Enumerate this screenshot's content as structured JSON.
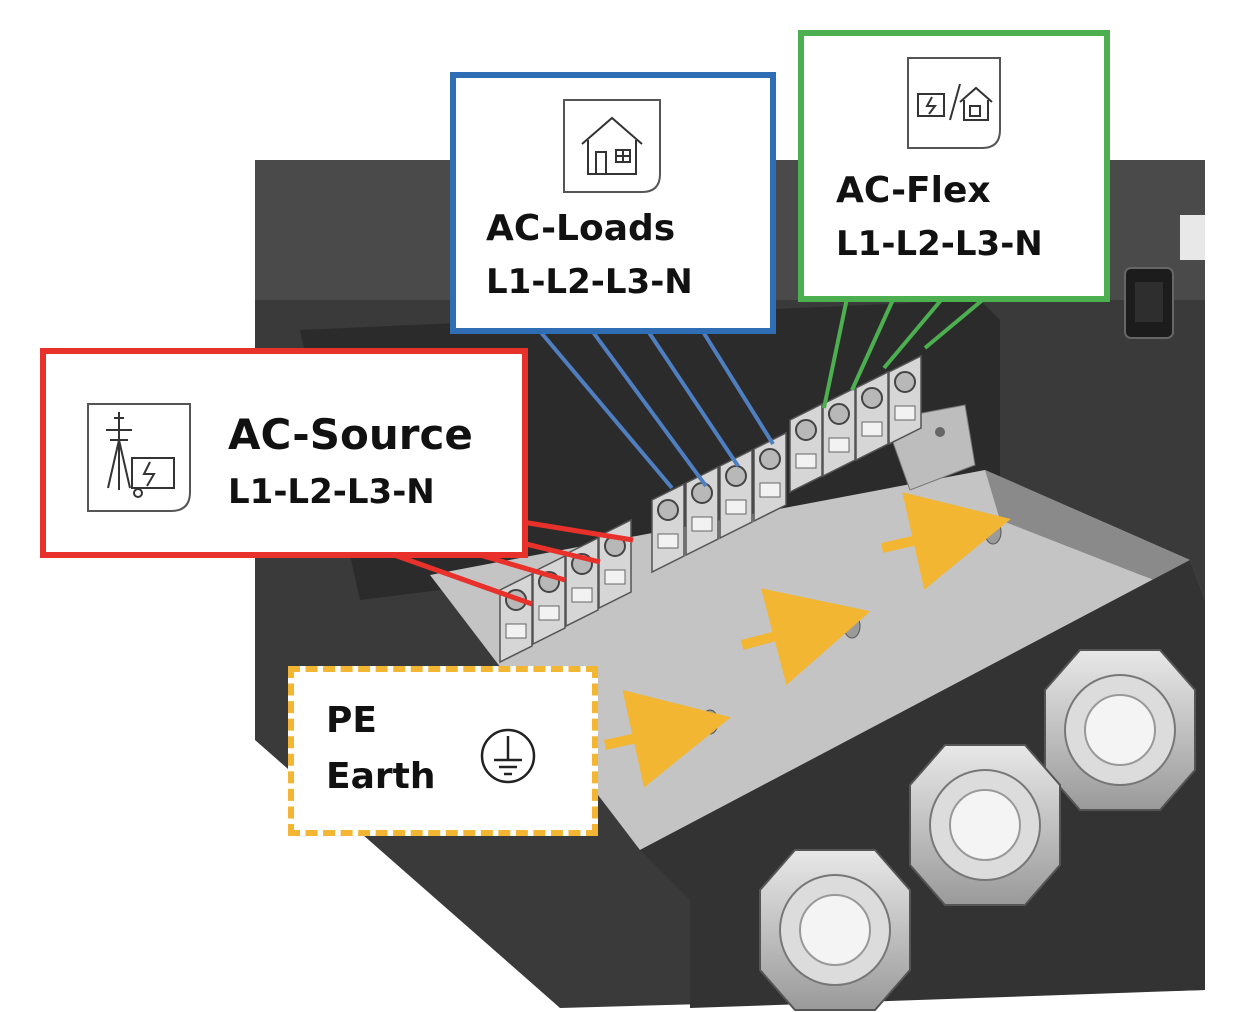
{
  "groups": {
    "ac_source": {
      "title": "AC-Source",
      "terminals": "L1-L2-L3-N",
      "color": "#e8312a",
      "icon": "grid-generator-icon"
    },
    "ac_loads": {
      "title": "AC-Loads",
      "terminals": "L1-L2-L3-N",
      "color": "#2f6db5",
      "icon": "house-icon"
    },
    "ac_flex": {
      "title": "AC-Flex",
      "terminals": "L1-L2-L3-N",
      "color": "#4caf50",
      "icon": "generator-house-icon"
    },
    "pe": {
      "line1": "PE",
      "line2": "Earth",
      "color": "#f2b632",
      "icon": "earth-ground-icon"
    }
  },
  "colors": {
    "enclosure": "#3a3a3a",
    "floor": "#c4c4c4",
    "terminal": "#d6d6d6",
    "arrow": "#f2b632"
  }
}
